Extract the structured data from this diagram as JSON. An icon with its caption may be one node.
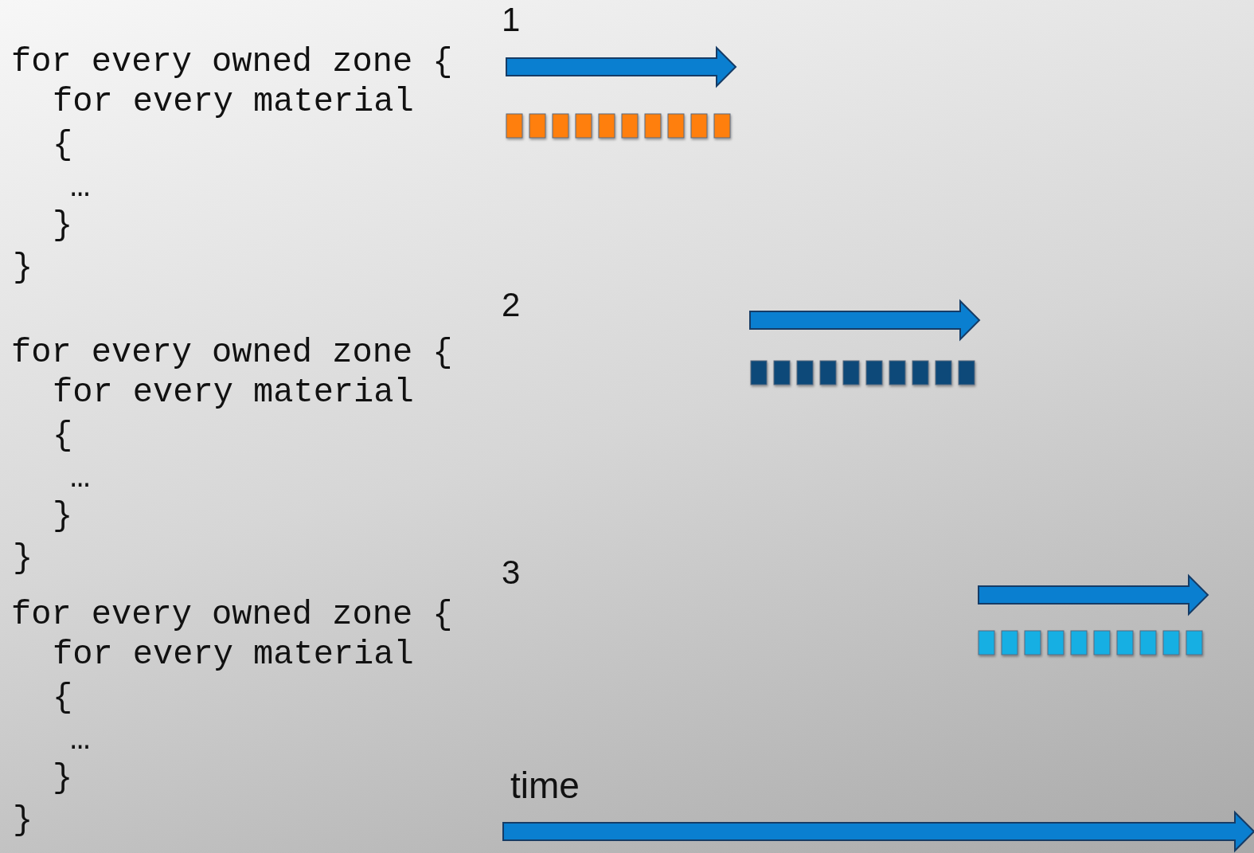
{
  "diagram": {
    "labels": [
      "1",
      "for every owned zone {",
      "for every material",
      "{",
      "…",
      "}",
      "}",
      "2",
      "for every owned zone {",
      "for every material",
      "{",
      "…",
      "}",
      "}",
      "3",
      "for every owned zone {",
      "for every material",
      "{",
      "…",
      "}",
      "}",
      "time"
    ]
  }
}
